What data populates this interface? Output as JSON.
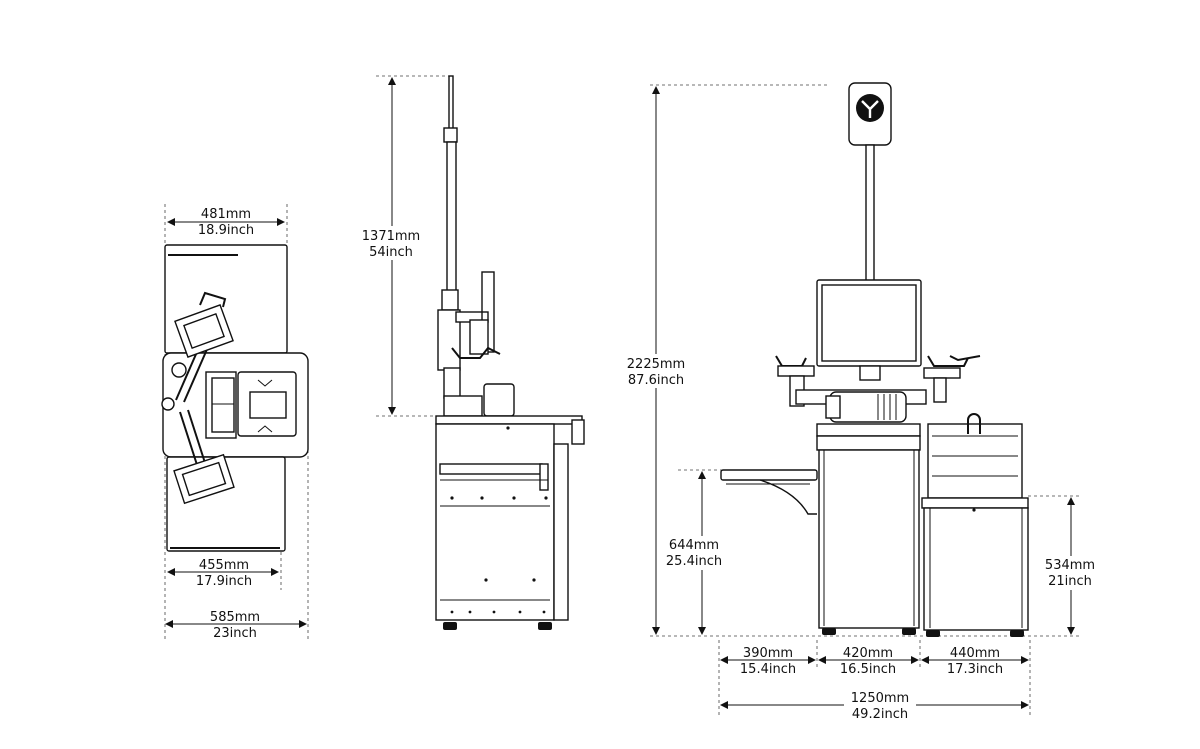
{
  "top_view": {
    "width_top": {
      "mm": "481mm",
      "inch": "18.9inch"
    },
    "width_inner": {
      "mm": "455mm",
      "inch": "17.9inch"
    },
    "width_total": {
      "mm": "585mm",
      "inch": "23inch"
    }
  },
  "side_view": {
    "pole_height": {
      "mm": "1371mm",
      "inch": "54inch"
    }
  },
  "front_view": {
    "total_height": {
      "mm": "2225mm",
      "inch": "87.6inch"
    },
    "shelf_height": {
      "mm": "644mm",
      "inch": "25.4inch"
    },
    "cabinet_height": {
      "mm": "534mm",
      "inch": "21inch"
    },
    "width_left": {
      "mm": "390mm",
      "inch": "15.4inch"
    },
    "width_middle": {
      "mm": "420mm",
      "inch": "16.5inch"
    },
    "width_right": {
      "mm": "440mm",
      "inch": "17.3inch"
    },
    "width_total": {
      "mm": "1250mm",
      "inch": "49.2inch"
    }
  }
}
